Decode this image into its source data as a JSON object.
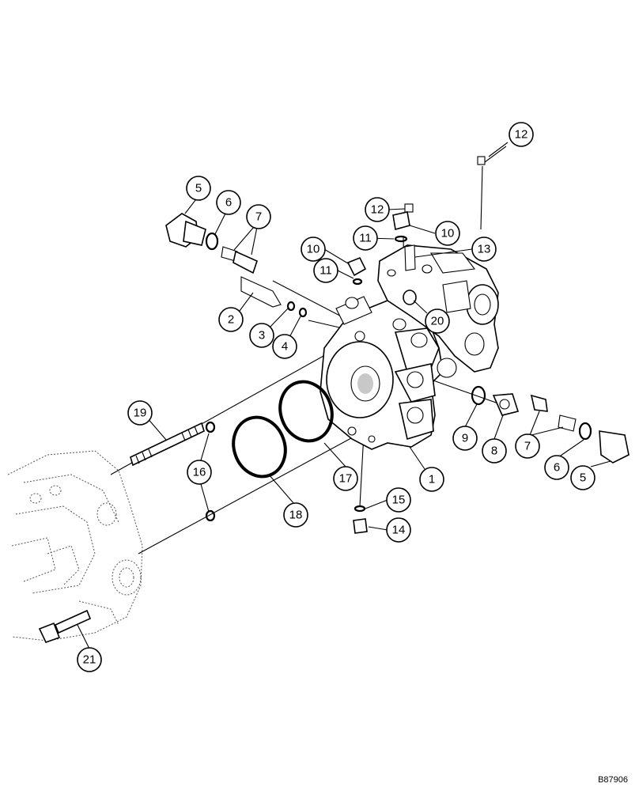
{
  "figure": {
    "reference_code": "B87906",
    "callouts": [
      {
        "id": "c12-top",
        "label": "12"
      },
      {
        "id": "c5-left",
        "label": "5"
      },
      {
        "id": "c6-left",
        "label": "6"
      },
      {
        "id": "c7-left",
        "label": "7"
      },
      {
        "id": "c12-mid",
        "label": "12"
      },
      {
        "id": "c10-right",
        "label": "10"
      },
      {
        "id": "c11-right",
        "label": "11"
      },
      {
        "id": "c13",
        "label": "13"
      },
      {
        "id": "c10-left",
        "label": "10"
      },
      {
        "id": "c11-left",
        "label": "11"
      },
      {
        "id": "c2",
        "label": "2"
      },
      {
        "id": "c3",
        "label": "3"
      },
      {
        "id": "c4",
        "label": "4"
      },
      {
        "id": "c20",
        "label": "20"
      },
      {
        "id": "c19",
        "label": "19"
      },
      {
        "id": "c16",
        "label": "16"
      },
      {
        "id": "c18",
        "label": "18"
      },
      {
        "id": "c17",
        "label": "17"
      },
      {
        "id": "c1",
        "label": "1"
      },
      {
        "id": "c9",
        "label": "9"
      },
      {
        "id": "c8",
        "label": "8"
      },
      {
        "id": "c7-right",
        "label": "7"
      },
      {
        "id": "c6-right",
        "label": "6"
      },
      {
        "id": "c5-right",
        "label": "5"
      },
      {
        "id": "c15",
        "label": "15"
      },
      {
        "id": "c14",
        "label": "14"
      },
      {
        "id": "c21",
        "label": "21"
      }
    ]
  }
}
